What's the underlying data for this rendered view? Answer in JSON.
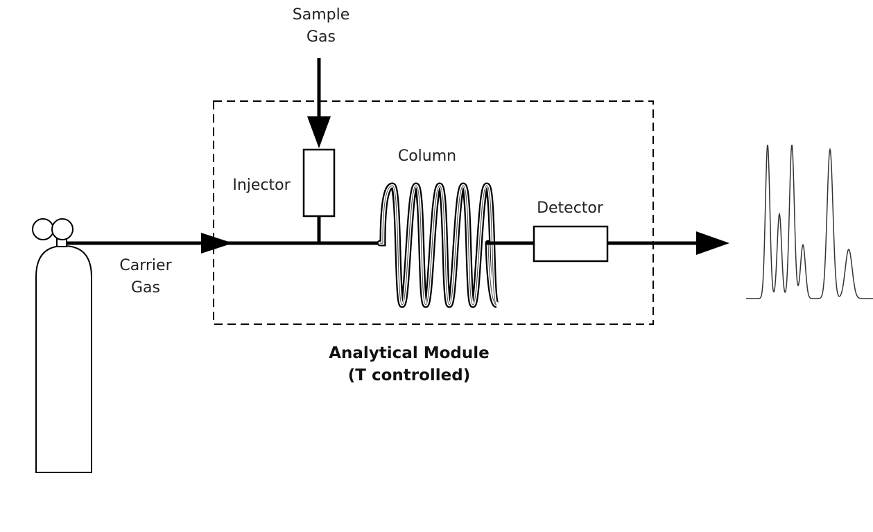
{
  "labels": {
    "sample_gas_line1": "Sample",
    "sample_gas_line2": "Gas",
    "injector": "Injector",
    "column": "Column",
    "detector": "Detector",
    "carrier_gas_line1": "Carrier",
    "carrier_gas_line2": "Gas",
    "module_line1": "Analytical Module",
    "module_line2": "(T controlled)"
  },
  "colors": {
    "stroke": "#000000",
    "text": "#222222",
    "background": "#ffffff"
  },
  "chromatogram": {
    "peak_heights": [
      1.0,
      0.55,
      1.0,
      0.35,
      0.97,
      0.32
    ]
  }
}
